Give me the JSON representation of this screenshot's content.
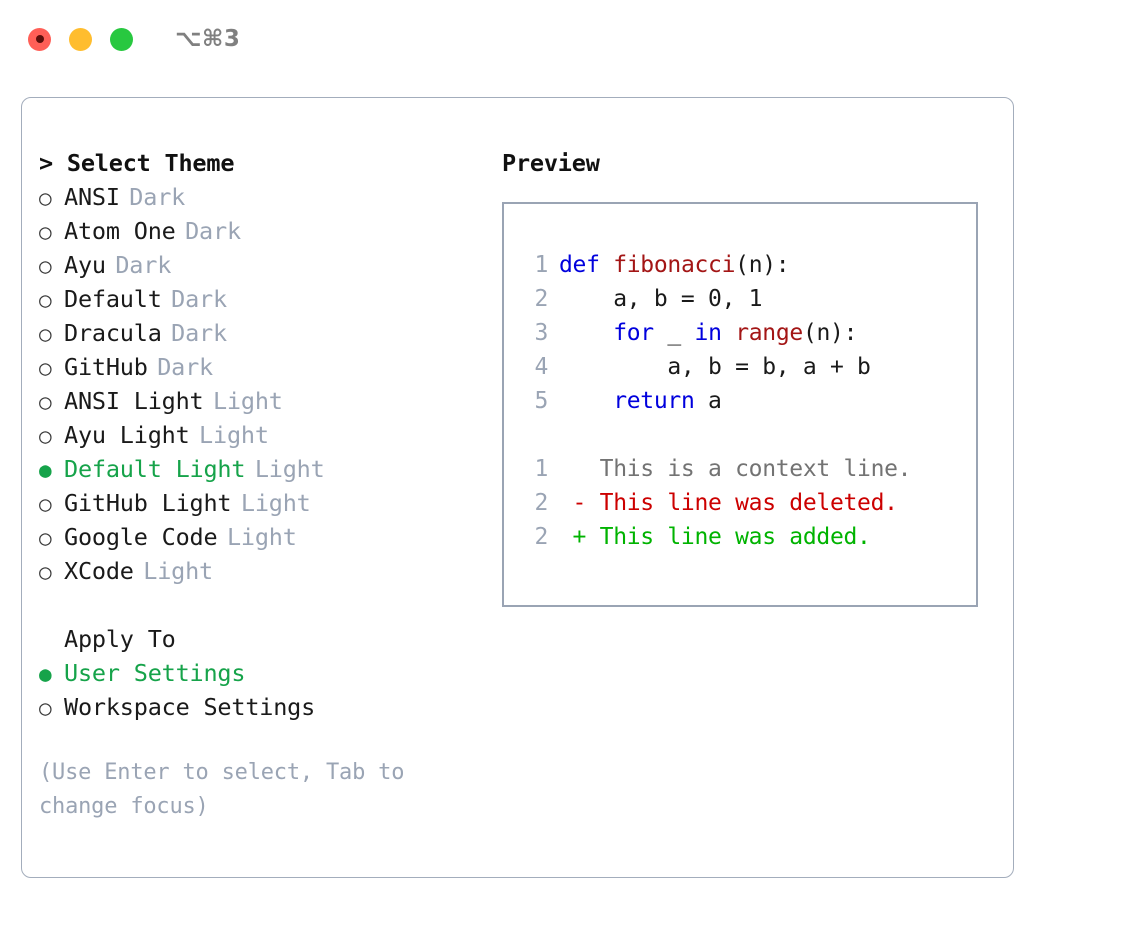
{
  "titlebar": {
    "shortcut": "⌥⌘3",
    "lights": [
      {
        "name": "close",
        "color": "#ff5f57"
      },
      {
        "name": "minimize",
        "color": "#ffbd2e"
      },
      {
        "name": "maximize",
        "color": "#28c840"
      }
    ]
  },
  "theme_section": {
    "header": "> Select Theme",
    "selected_bullet": "●",
    "unselected_bullet": "○",
    "items": [
      {
        "label": "ANSI",
        "tag": "Dark",
        "selected": false
      },
      {
        "label": "Atom One",
        "tag": "Dark",
        "selected": false
      },
      {
        "label": "Ayu",
        "tag": "Dark",
        "selected": false
      },
      {
        "label": "Default",
        "tag": "Dark",
        "selected": false
      },
      {
        "label": "Dracula",
        "tag": "Dark",
        "selected": false
      },
      {
        "label": "GitHub",
        "tag": "Dark",
        "selected": false
      },
      {
        "label": "ANSI Light",
        "tag": "Light",
        "selected": false
      },
      {
        "label": "Ayu Light",
        "tag": "Light",
        "selected": false
      },
      {
        "label": "Default Light",
        "tag": "Light",
        "selected": true
      },
      {
        "label": "GitHub Light",
        "tag": "Light",
        "selected": false
      },
      {
        "label": "Google Code",
        "tag": "Light",
        "selected": false
      },
      {
        "label": "XCode",
        "tag": "Light",
        "selected": false
      }
    ]
  },
  "apply_section": {
    "header": "Apply To",
    "items": [
      {
        "label": "User Settings",
        "selected": true
      },
      {
        "label": "Workspace Settings",
        "selected": false
      }
    ]
  },
  "hint": "(Use Enter to select, Tab to change focus)",
  "preview": {
    "title": "Preview",
    "code_lines": [
      {
        "num": "1",
        "tokens": [
          {
            "text": "def ",
            "kind": "kw"
          },
          {
            "text": "fibonacci",
            "kind": "fn"
          },
          {
            "text": "(n):",
            "kind": "plain"
          }
        ]
      },
      {
        "num": "2",
        "tokens": [
          {
            "text": "    a, b = 0, 1",
            "kind": "plain"
          }
        ]
      },
      {
        "num": "3",
        "tokens": [
          {
            "text": "    ",
            "kind": "plain"
          },
          {
            "text": "for",
            "kind": "kw"
          },
          {
            "text": " _ ",
            "kind": "plain"
          },
          {
            "text": "in",
            "kind": "kw"
          },
          {
            "text": " ",
            "kind": "plain"
          },
          {
            "text": "range",
            "kind": "fn"
          },
          {
            "text": "(n):",
            "kind": "plain"
          }
        ]
      },
      {
        "num": "4",
        "tokens": [
          {
            "text": "        a, b = b, a + b",
            "kind": "plain"
          }
        ]
      },
      {
        "num": "5",
        "tokens": [
          {
            "text": "    ",
            "kind": "plain"
          },
          {
            "text": "return",
            "kind": "kw"
          },
          {
            "text": " a",
            "kind": "plain"
          }
        ]
      }
    ],
    "diff_lines": [
      {
        "num": "1",
        "tokens": [
          {
            "text": "   This is a context line.",
            "kind": "ctx"
          }
        ]
      },
      {
        "num": "2",
        "tokens": [
          {
            "text": " - This line was deleted.",
            "kind": "del"
          }
        ]
      },
      {
        "num": "2",
        "tokens": [
          {
            "text": " + This line was added.",
            "kind": "add"
          }
        ]
      }
    ]
  },
  "colors": {
    "accent_green": "#16a34a",
    "muted": "#9aa4b4",
    "keyword_blue": "#0000dd",
    "function_red": "#a31515",
    "diff_deleted": "#cc0000",
    "diff_added": "#00b300",
    "border": "#a3adbc"
  }
}
